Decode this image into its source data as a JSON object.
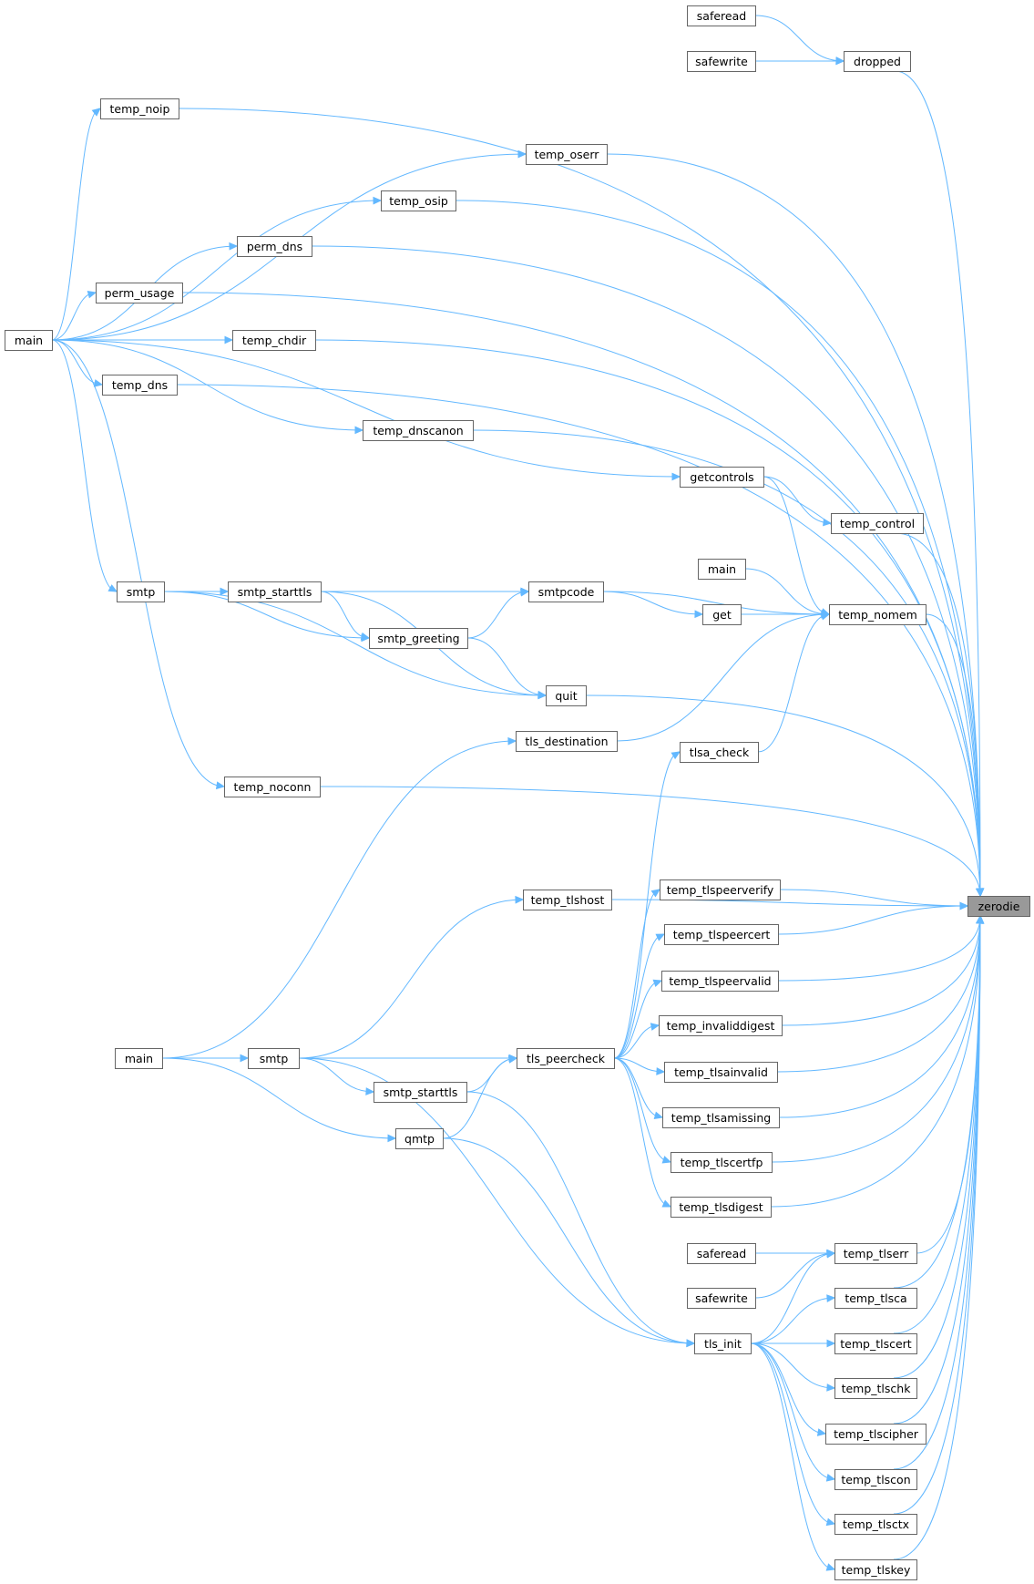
{
  "colors": {
    "edge": "#63b8ff",
    "node_border": "#666666",
    "root_fill": "#999999",
    "node_fill": "#ffffff"
  },
  "root": "zerodie",
  "nodes": [
    {
      "id": "saferead_top",
      "label": "saferead"
    },
    {
      "id": "safewrite_top",
      "label": "safewrite"
    },
    {
      "id": "dropped",
      "label": "dropped"
    },
    {
      "id": "temp_noip",
      "label": "temp_noip"
    },
    {
      "id": "temp_oserr",
      "label": "temp_oserr"
    },
    {
      "id": "temp_osip",
      "label": "temp_osip"
    },
    {
      "id": "perm_dns",
      "label": "perm_dns"
    },
    {
      "id": "perm_usage",
      "label": "perm_usage"
    },
    {
      "id": "main1",
      "label": "main"
    },
    {
      "id": "temp_chdir",
      "label": "temp_chdir"
    },
    {
      "id": "temp_dns",
      "label": "temp_dns"
    },
    {
      "id": "temp_dnscanon",
      "label": "temp_dnscanon"
    },
    {
      "id": "getcontrols",
      "label": "getcontrols"
    },
    {
      "id": "temp_control",
      "label": "temp_control"
    },
    {
      "id": "main2",
      "label": "main"
    },
    {
      "id": "smtp1",
      "label": "smtp"
    },
    {
      "id": "smtp_starttls1",
      "label": "smtp_starttls"
    },
    {
      "id": "smtpcode",
      "label": "smtpcode"
    },
    {
      "id": "get",
      "label": "get"
    },
    {
      "id": "temp_nomem",
      "label": "temp_nomem"
    },
    {
      "id": "smtp_greeting",
      "label": "smtp_greeting"
    },
    {
      "id": "quit",
      "label": "quit"
    },
    {
      "id": "tls_destination",
      "label": "tls_destination"
    },
    {
      "id": "tlsa_check",
      "label": "tlsa_check"
    },
    {
      "id": "temp_noconn",
      "label": "temp_noconn"
    },
    {
      "id": "temp_tlshost",
      "label": "temp_tlshost"
    },
    {
      "id": "temp_tlspeerverify",
      "label": "temp_tlspeerverify"
    },
    {
      "id": "zerodie",
      "label": "zerodie"
    },
    {
      "id": "temp_tlspeercert",
      "label": "temp_tlspeercert"
    },
    {
      "id": "temp_tlspeervalid",
      "label": "temp_tlspeervalid"
    },
    {
      "id": "temp_invaliddigest",
      "label": "temp_invaliddigest"
    },
    {
      "id": "main3",
      "label": "main"
    },
    {
      "id": "smtp2",
      "label": "smtp"
    },
    {
      "id": "tls_peercheck",
      "label": "tls_peercheck"
    },
    {
      "id": "temp_tlsainvalid",
      "label": "temp_tlsainvalid"
    },
    {
      "id": "smtp_starttls2",
      "label": "smtp_starttls"
    },
    {
      "id": "temp_tlsamissing",
      "label": "temp_tlsamissing"
    },
    {
      "id": "qmtp",
      "label": "qmtp"
    },
    {
      "id": "temp_tlscertfp",
      "label": "temp_tlscertfp"
    },
    {
      "id": "temp_tlsdigest",
      "label": "temp_tlsdigest"
    },
    {
      "id": "saferead_bot",
      "label": "saferead"
    },
    {
      "id": "temp_tlserr",
      "label": "temp_tlserr"
    },
    {
      "id": "safewrite_bot",
      "label": "safewrite"
    },
    {
      "id": "temp_tlsca",
      "label": "temp_tlsca"
    },
    {
      "id": "tls_init",
      "label": "tls_init"
    },
    {
      "id": "temp_tlscert",
      "label": "temp_tlscert"
    },
    {
      "id": "temp_tlschk",
      "label": "temp_tlschk"
    },
    {
      "id": "temp_tlscipher",
      "label": "temp_tlscipher"
    },
    {
      "id": "temp_tlscon",
      "label": "temp_tlscon"
    },
    {
      "id": "temp_tlsctx",
      "label": "temp_tlsctx"
    },
    {
      "id": "temp_tlskey",
      "label": "temp_tlskey"
    }
  ],
  "edges": [
    [
      "saferead_top",
      "dropped"
    ],
    [
      "safewrite_top",
      "dropped"
    ],
    [
      "dropped",
      "zerodie"
    ],
    [
      "temp_noip",
      "zerodie"
    ],
    [
      "temp_oserr",
      "zerodie"
    ],
    [
      "temp_osip",
      "zerodie"
    ],
    [
      "perm_dns",
      "zerodie"
    ],
    [
      "perm_usage",
      "zerodie"
    ],
    [
      "temp_chdir",
      "zerodie"
    ],
    [
      "temp_dns",
      "zerodie"
    ],
    [
      "temp_dnscanon",
      "zerodie"
    ],
    [
      "temp_control",
      "zerodie"
    ],
    [
      "temp_nomem",
      "zerodie"
    ],
    [
      "quit",
      "zerodie"
    ],
    [
      "temp_noconn",
      "zerodie"
    ],
    [
      "temp_tlshost",
      "zerodie"
    ],
    [
      "temp_tlspeerverify",
      "zerodie"
    ],
    [
      "temp_tlspeercert",
      "zerodie"
    ],
    [
      "temp_tlspeervalid",
      "zerodie"
    ],
    [
      "temp_invaliddigest",
      "zerodie"
    ],
    [
      "temp_tlsainvalid",
      "zerodie"
    ],
    [
      "temp_tlsamissing",
      "zerodie"
    ],
    [
      "temp_tlscertfp",
      "zerodie"
    ],
    [
      "temp_tlsdigest",
      "zerodie"
    ],
    [
      "temp_tlserr",
      "zerodie"
    ],
    [
      "temp_tlsca",
      "zerodie"
    ],
    [
      "temp_tlscert",
      "zerodie"
    ],
    [
      "temp_tlschk",
      "zerodie"
    ],
    [
      "temp_tlscipher",
      "zerodie"
    ],
    [
      "temp_tlscon",
      "zerodie"
    ],
    [
      "temp_tlsctx",
      "zerodie"
    ],
    [
      "temp_tlskey",
      "zerodie"
    ],
    [
      "main1",
      "temp_noip"
    ],
    [
      "main1",
      "temp_oserr"
    ],
    [
      "main1",
      "temp_osip"
    ],
    [
      "main1",
      "perm_dns"
    ],
    [
      "main1",
      "perm_usage"
    ],
    [
      "main1",
      "temp_chdir"
    ],
    [
      "main1",
      "temp_dns"
    ],
    [
      "main1",
      "temp_dnscanon"
    ],
    [
      "main1",
      "getcontrols"
    ],
    [
      "main1",
      "smtp1"
    ],
    [
      "main1",
      "temp_noconn"
    ],
    [
      "getcontrols",
      "temp_control"
    ],
    [
      "getcontrols",
      "temp_nomem"
    ],
    [
      "main2",
      "temp_nomem"
    ],
    [
      "get",
      "temp_nomem"
    ],
    [
      "smtpcode",
      "temp_nomem"
    ],
    [
      "smtpcode",
      "get"
    ],
    [
      "tls_destination",
      "temp_nomem"
    ],
    [
      "tlsa_check",
      "temp_nomem"
    ],
    [
      "smtp1",
      "smtp_starttls1"
    ],
    [
      "smtp1",
      "smtpcode"
    ],
    [
      "smtp1",
      "smtp_greeting"
    ],
    [
      "smtp1",
      "quit"
    ],
    [
      "smtp_starttls1",
      "smtpcode"
    ],
    [
      "smtp_starttls1",
      "smtp_greeting"
    ],
    [
      "smtp_starttls1",
      "quit"
    ],
    [
      "smtp_greeting",
      "smtpcode"
    ],
    [
      "smtp_greeting",
      "quit"
    ],
    [
      "main3",
      "tls_destination"
    ],
    [
      "main3",
      "smtp2"
    ],
    [
      "main3",
      "qmtp"
    ],
    [
      "smtp2",
      "temp_tlshost"
    ],
    [
      "smtp2",
      "tls_peercheck"
    ],
    [
      "smtp2",
      "smtp_starttls2"
    ],
    [
      "smtp2",
      "tls_init"
    ],
    [
      "smtp_starttls2",
      "tls_peercheck"
    ],
    [
      "smtp_starttls2",
      "tls_init"
    ],
    [
      "qmtp",
      "tls_peercheck"
    ],
    [
      "qmtp",
      "tls_init"
    ],
    [
      "tls_peercheck",
      "tlsa_check"
    ],
    [
      "tls_peercheck",
      "temp_tlspeerverify"
    ],
    [
      "tls_peercheck",
      "temp_tlspeercert"
    ],
    [
      "tls_peercheck",
      "temp_tlspeervalid"
    ],
    [
      "tls_peercheck",
      "temp_invaliddigest"
    ],
    [
      "tls_peercheck",
      "temp_tlsainvalid"
    ],
    [
      "tls_peercheck",
      "temp_tlsamissing"
    ],
    [
      "tls_peercheck",
      "temp_tlscertfp"
    ],
    [
      "tls_peercheck",
      "temp_tlsdigest"
    ],
    [
      "saferead_bot",
      "temp_tlserr"
    ],
    [
      "safewrite_bot",
      "temp_tlserr"
    ],
    [
      "tls_init",
      "temp_tlserr"
    ],
    [
      "tls_init",
      "temp_tlsca"
    ],
    [
      "tls_init",
      "temp_tlscert"
    ],
    [
      "tls_init",
      "temp_tlschk"
    ],
    [
      "tls_init",
      "temp_tlscipher"
    ],
    [
      "tls_init",
      "temp_tlscon"
    ],
    [
      "tls_init",
      "temp_tlsctx"
    ],
    [
      "tls_init",
      "temp_tlskey"
    ]
  ]
}
